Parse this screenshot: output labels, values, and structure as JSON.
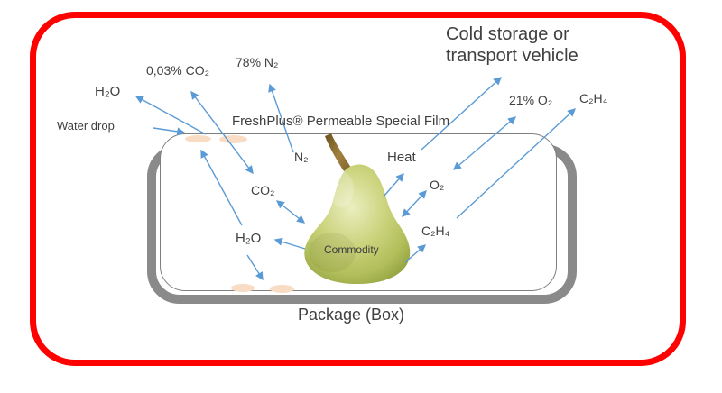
{
  "labels": {
    "outside": {
      "h2o": "H₂O",
      "water_drop": "Water drop",
      "co2": "0,03% CO₂",
      "n2": "78% N₂",
      "o2": "21% O₂",
      "c2h4": "C₂H₄",
      "cold_storage_line1": "Cold storage or",
      "cold_storage_line2": "transport vehicle"
    },
    "film": "FreshPlus® Permeable Special Film",
    "inside": {
      "n2": "N₂",
      "co2": "CO₂",
      "h2o": "H₂O",
      "heat": "Heat",
      "o2": "O₂",
      "c2h4": "C₂H₄",
      "commodity": "Commodity"
    },
    "package": "Package (Box)"
  },
  "colors": {
    "frame_red": "#FE0101",
    "arrow_blue": "#5B9BD5",
    "box_gray": "#8A8A8A",
    "film_stroke": "#7F7F7F",
    "text_gray": "#404040",
    "water_drop_peach": "#F8DCC3",
    "pear_green": "#C3CC72",
    "pear_shadow": "#97A544",
    "stem_brown": "#8A6A2E"
  }
}
